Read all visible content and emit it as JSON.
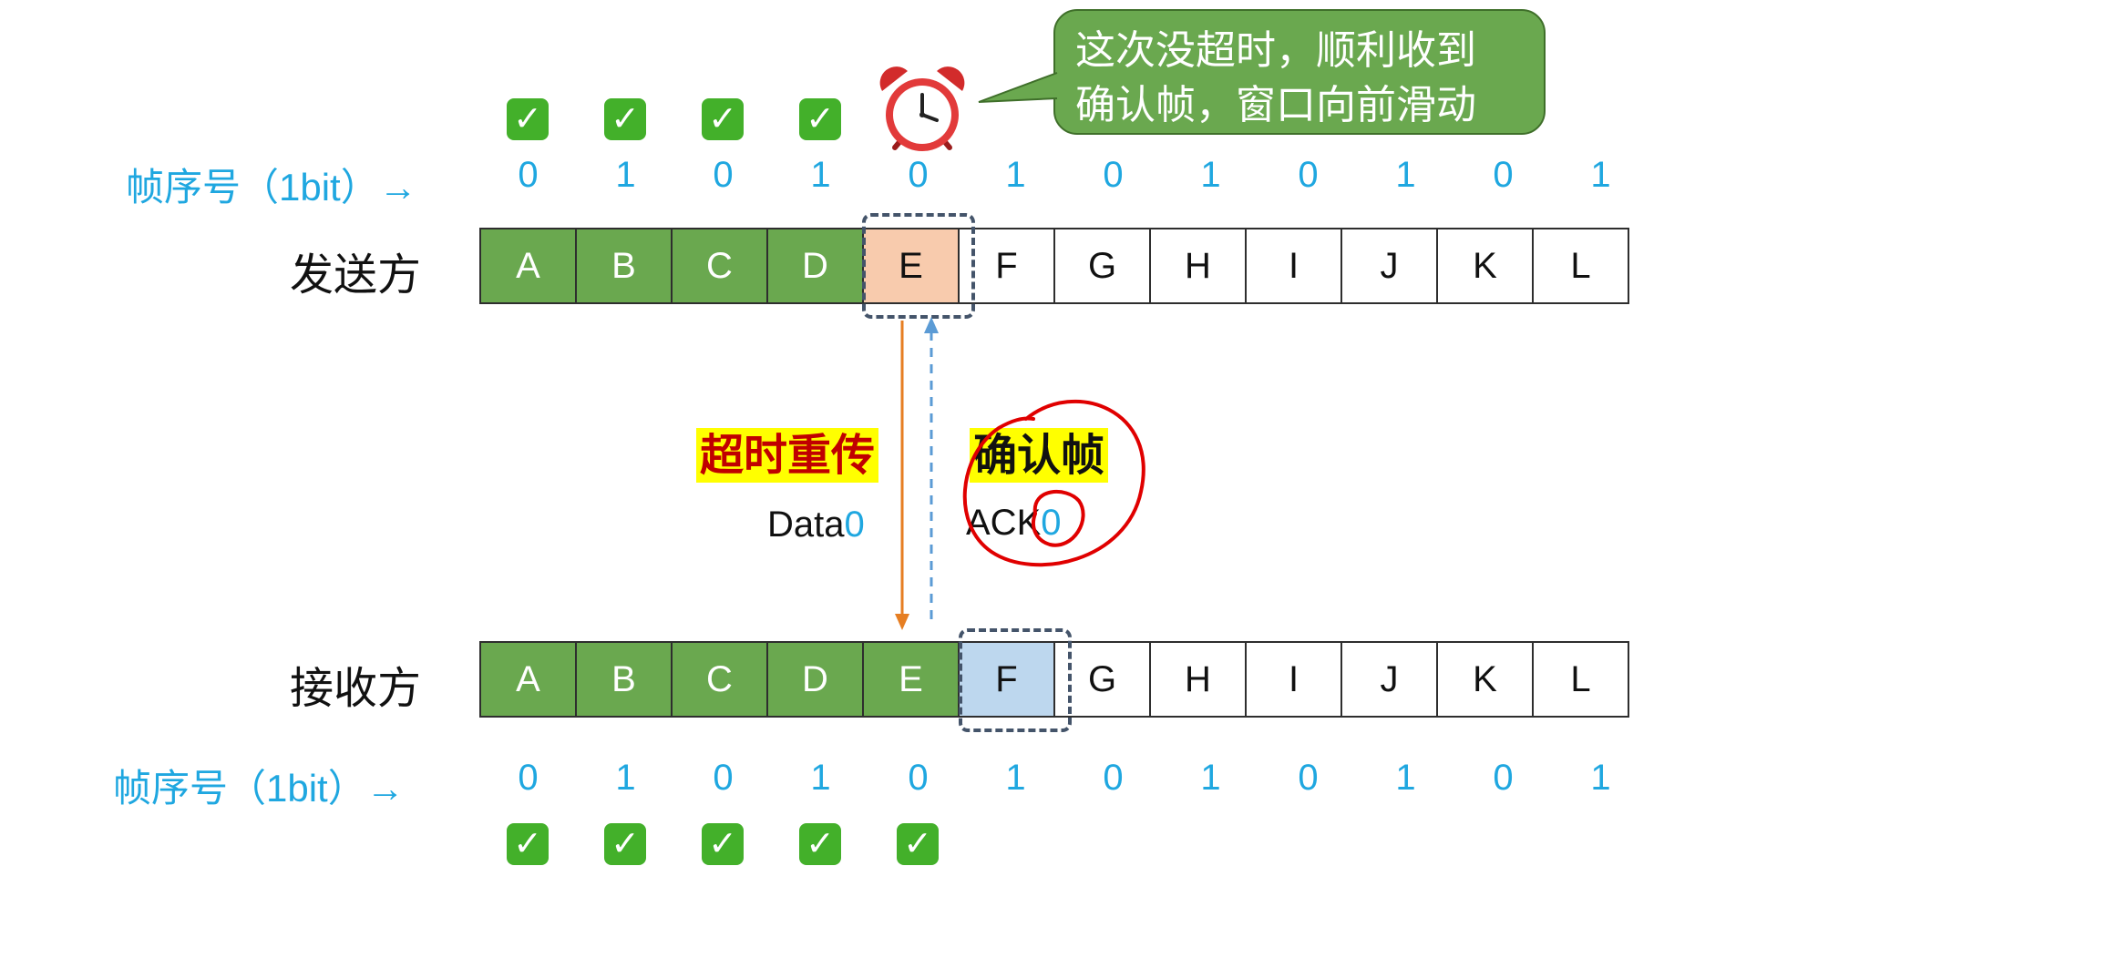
{
  "bubble_text": [
    "这次没超时，顺利收到",
    "确认帧，窗口向前滑动"
  ],
  "sender": {
    "label": "发送方",
    "seq_label": "帧序号（1bit）→",
    "frames": [
      "A",
      "B",
      "C",
      "D",
      "E",
      "F",
      "G",
      "H",
      "I",
      "J",
      "K",
      "L"
    ],
    "seq": [
      "0",
      "1",
      "0",
      "1",
      "0",
      "1",
      "0",
      "1",
      "0",
      "1",
      "0",
      "1"
    ],
    "done_count": 4,
    "retransmit_index": 4,
    "checked_count": 4
  },
  "receiver": {
    "label": "接收方",
    "seq_label": "帧序号（1bit）→",
    "frames": [
      "A",
      "B",
      "C",
      "D",
      "E",
      "F",
      "G",
      "H",
      "I",
      "J",
      "K",
      "L"
    ],
    "seq": [
      "0",
      "1",
      "0",
      "1",
      "0",
      "1",
      "0",
      "1",
      "0",
      "1",
      "0",
      "1"
    ],
    "done_count": 5,
    "expected_index": 5,
    "checked_count": 5
  },
  "data_frame": {
    "title": "超时重传",
    "label": "Data",
    "num": "0"
  },
  "ack_frame": {
    "title": "确认帧",
    "label": "ACK",
    "num": "0"
  },
  "colors": {
    "done": "#6aa84f",
    "retransmit": "#f8cbad",
    "expected": "#bdd7ee",
    "seq": "#1fa7e0",
    "data_arrow": "#e67e22",
    "ack_arrow": "#5b9bd5",
    "annotation": "#e00000",
    "highlight": "#ffff00"
  },
  "icons": {
    "check": "check-mark-icon",
    "timer": "alarm-clock-icon",
    "arrow": "right-arrow-icon"
  }
}
